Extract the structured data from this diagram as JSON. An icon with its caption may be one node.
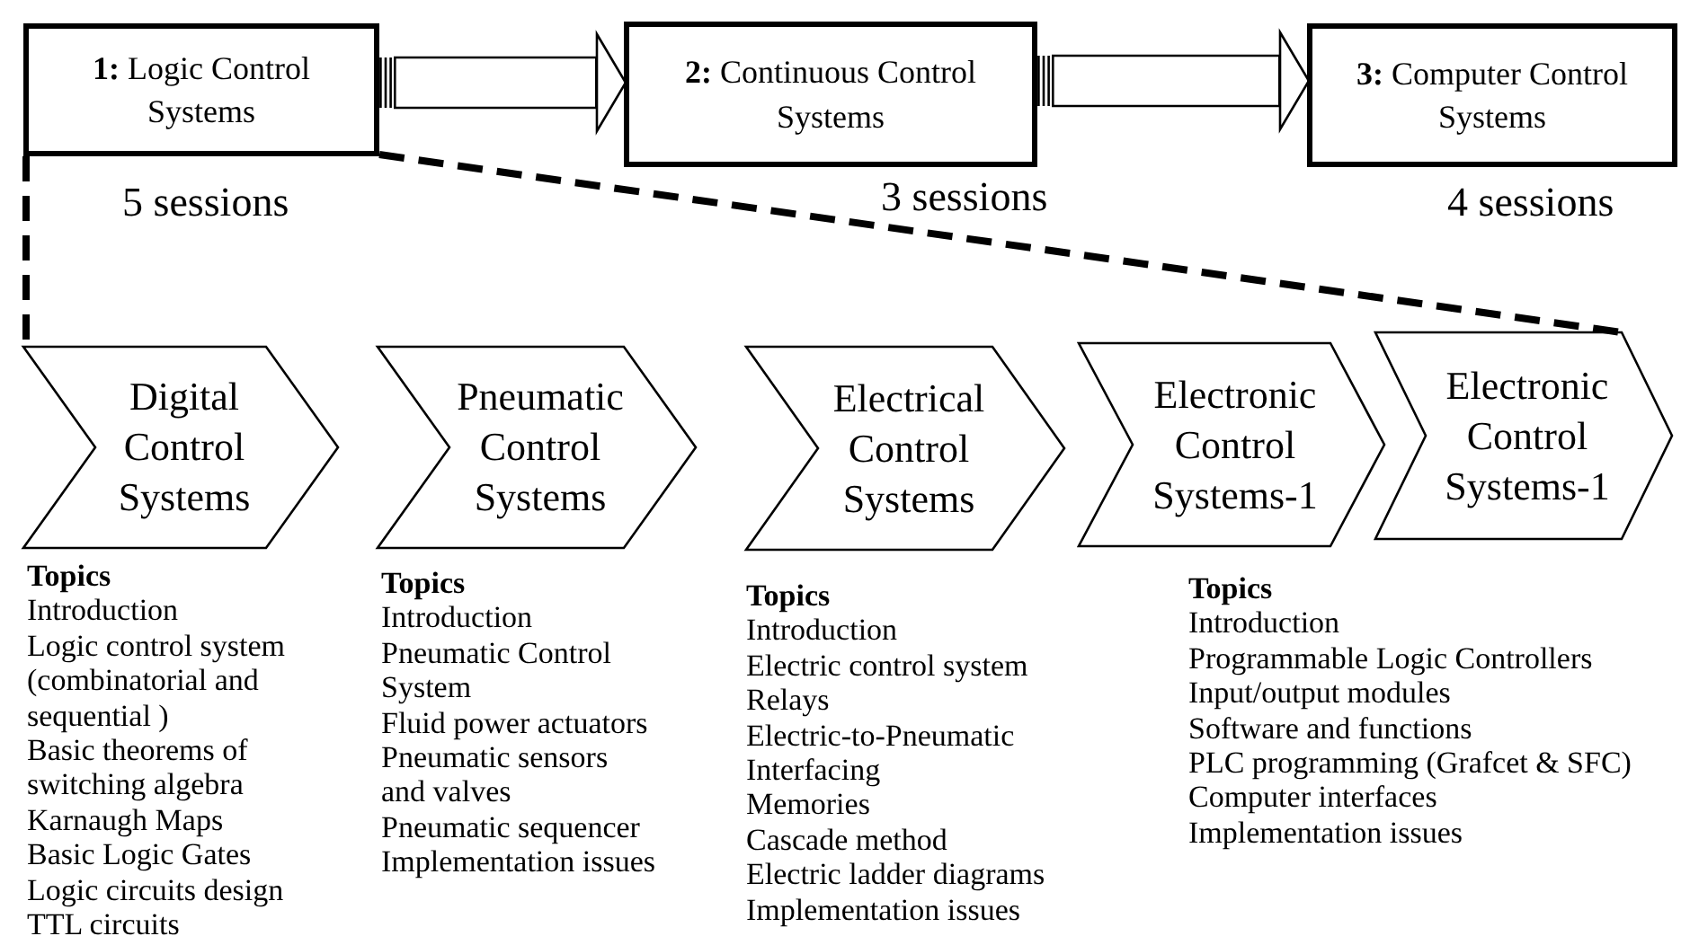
{
  "diagram": {
    "nodes": [
      {
        "text": [
          "**1:** Logic Control Systems"
        ],
        "beside": [
          "5 sessions"
        ]
      },
      {
        "text": [
          "**2:** Continuous Control Systems"
        ],
        "beside": [
          "3 sessions"
        ]
      },
      {
        "text": [
          "**3:** Computer Control Systems"
        ],
        "beside": [
          "4 sessions"
        ]
      },
      {
        "text": [
          "Digital Control Systems"
        ]
      },
      {
        "text": [
          "Pneumatic Control Systems"
        ]
      },
      {
        "text": [
          "Electrical Control Systems"
        ]
      },
      {
        "text": [
          "Electronic Control Systems-1"
        ]
      },
      {
        "text": [
          "Electronic Control Systems-1"
        ]
      }
    ],
    "edges": [
      {
        "from": 0,
        "to": 1,
        "arrow": "to"
      },
      {
        "from": 1,
        "to": 2,
        "arrow": "to"
      },
      {
        "from": 0,
        "to": 3,
        "arrow": "none",
        "style": "dashed"
      },
      {
        "from": 0,
        "to": 7,
        "arrow": "none",
        "style": "dashed"
      }
    ],
    "labels": [
      "Topics",
      "Introduction",
      "Logic control system (combinatorial and sequential )",
      "Basic theorems of switching algebra",
      "Karnaugh Maps",
      "Basic Logic Gates",
      "Logic circuits design",
      "TTL circuits",
      "Topics",
      "Introduction",
      "Pneumatic Control System",
      "Fluid power actuators",
      "Pneumatic sensors and valves",
      "Pneumatic sequencer",
      "Implementation issues",
      "Topics",
      "Introduction",
      "Electric control system",
      "Relays",
      "Electric-to-Pneumatic Interfacing",
      "Memories",
      "Cascade method",
      "Electric ladder diagrams",
      "Implementation issues",
      "Topics",
      "Introduction",
      "Programmable Logic Controllers",
      "Input/output modules",
      "Software and functions",
      "PLC programming (Grafcet & SFC)",
      "Computer interfaces",
      "Implementation issues"
    ]
  }
}
